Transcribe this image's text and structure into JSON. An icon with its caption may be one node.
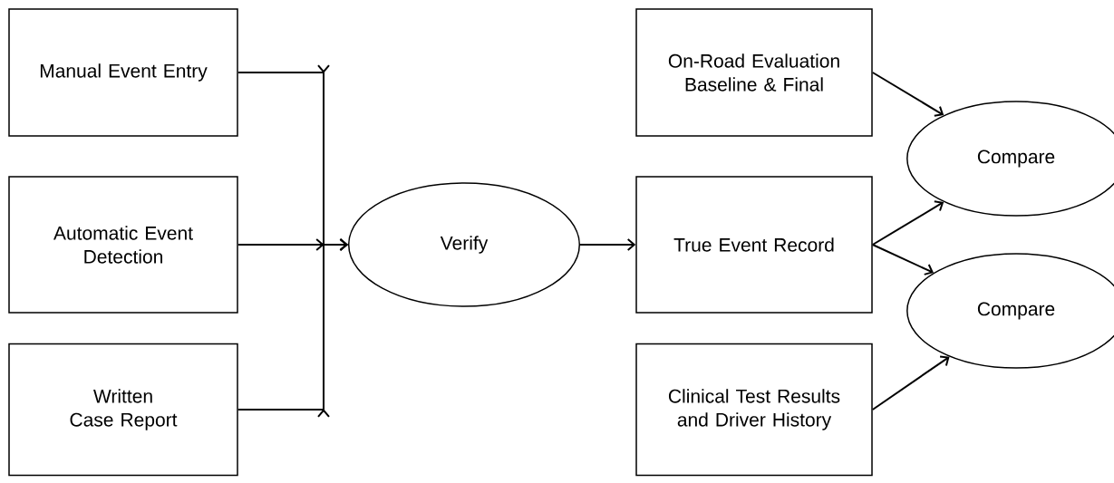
{
  "diagram": {
    "nodes": [
      {
        "text": [
          "Manual Event Entry"
        ]
      },
      {
        "text": [
          "Automatic Event Detection"
        ]
      },
      {
        "text": [
          "Written Case Report"
        ]
      },
      {
        "text": [
          "Verify"
        ]
      },
      {
        "text": [
          "On-Road Evaluation Baseline & Final"
        ]
      },
      {
        "text": [
          "True Event Record"
        ]
      },
      {
        "text": [
          "Clinical Test Results and Driver History"
        ]
      },
      {
        "text": [
          "Compare"
        ]
      },
      {
        "text": [
          "Compare"
        ]
      }
    ],
    "edges": [
      {
        "from": 0,
        "to": 3,
        "arrow": "to"
      },
      {
        "from": 1,
        "to": 3,
        "arrow": "to"
      },
      {
        "from": 2,
        "to": 3,
        "arrow": "to"
      },
      {
        "from": 3,
        "to": 5,
        "arrow": "to"
      },
      {
        "from": 4,
        "to": 7,
        "arrow": "to"
      },
      {
        "from": 5,
        "to": 7,
        "arrow": "to"
      },
      {
        "from": 5,
        "to": 8,
        "arrow": "to"
      },
      {
        "from": 6,
        "to": 8,
        "arrow": "to"
      }
    ]
  }
}
